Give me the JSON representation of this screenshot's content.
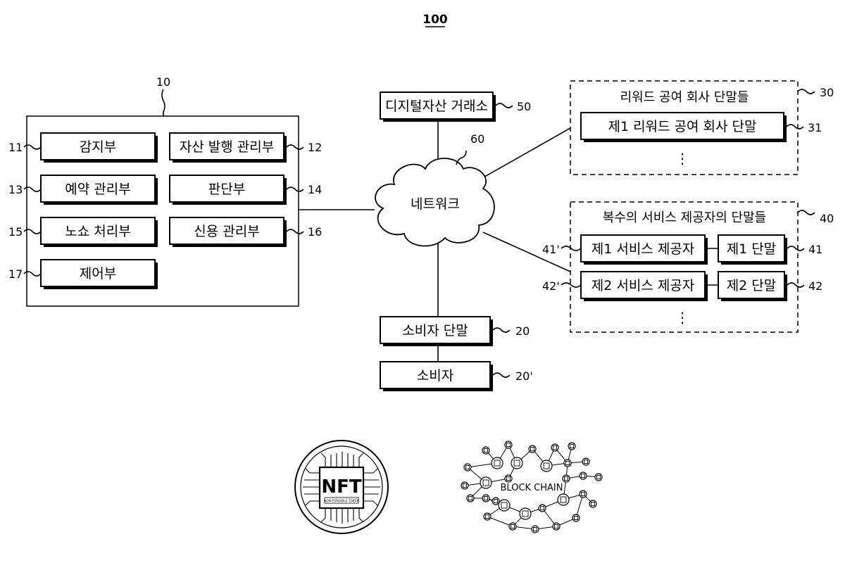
{
  "figure_number": "100",
  "system": {
    "ref": "10",
    "modules": [
      {
        "ref": "11",
        "label": "감지부"
      },
      {
        "ref": "12",
        "label": "자산 발행 관리부"
      },
      {
        "ref": "13",
        "label": "예약 관리부"
      },
      {
        "ref": "14",
        "label": "판단부"
      },
      {
        "ref": "15",
        "label": "노쇼 처리부"
      },
      {
        "ref": "16",
        "label": "신용 관리부"
      },
      {
        "ref": "17",
        "label": "제어부"
      }
    ]
  },
  "exchange": {
    "ref": "50",
    "label": "디지털자산 거래소"
  },
  "network": {
    "ref": "60",
    "label": "네트워크"
  },
  "consumer_terminal": {
    "ref": "20",
    "label": "소비자 단말"
  },
  "consumer": {
    "ref": "20'",
    "label": "소비자"
  },
  "reward_group": {
    "ref": "30",
    "title": "리워드 공여 회사 단말들",
    "item": {
      "ref": "31",
      "label": "제1 리워드 공여 회사 단말"
    },
    "ellipsis": "⋮"
  },
  "provider_group": {
    "ref": "40",
    "title": "복수의 서비스 제공자의 단말들",
    "rows": [
      {
        "provider_ref": "41'",
        "provider": "제1 서비스 제공자",
        "terminal": "제1 단말",
        "terminal_ref": "41"
      },
      {
        "provider_ref": "42'",
        "provider": "제2 서비스 제공자",
        "terminal": "제2 단말",
        "terminal_ref": "42"
      }
    ],
    "ellipsis": "⋮"
  },
  "nft_badge": {
    "big_text": "NFT",
    "small_text": "NON-FUNGIBLE TOKEN"
  },
  "blockchain": {
    "label": "BLOCK CHAIN"
  }
}
